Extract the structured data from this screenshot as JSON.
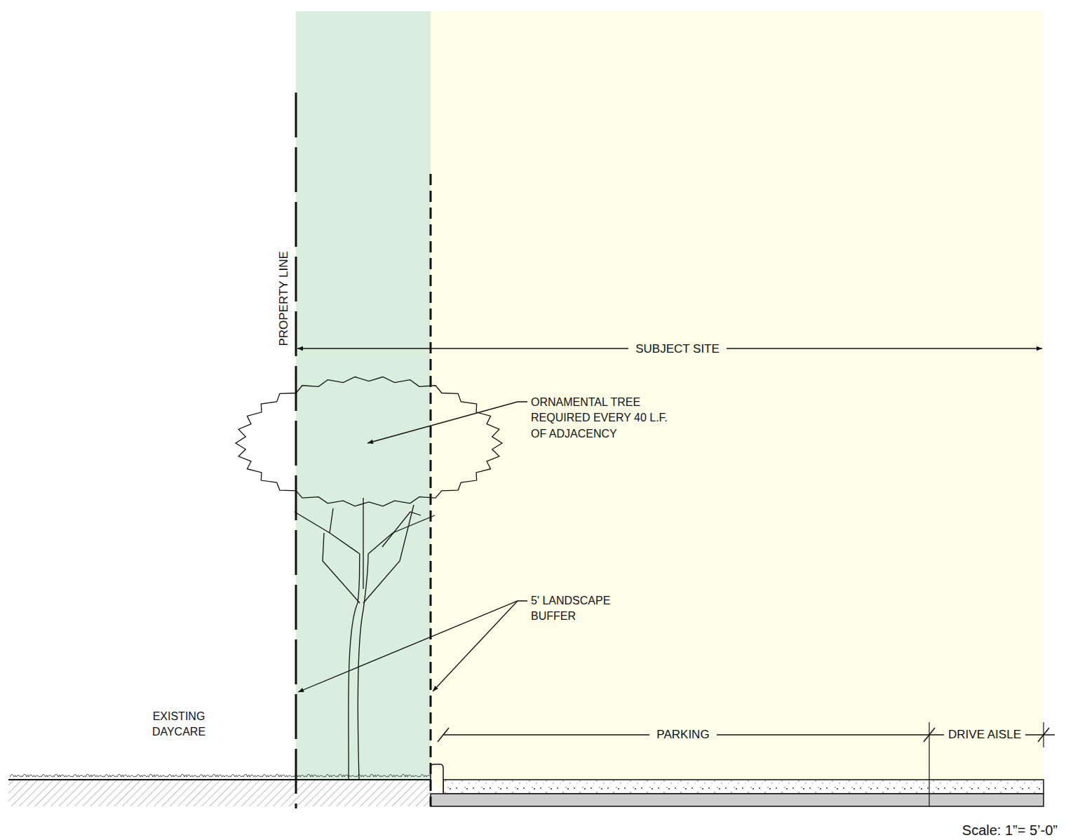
{
  "diagram": {
    "labels": [
      "PROPERTY LINE",
      "SUBJECT SITE",
      "ORNAMENTAL TREE REQUIRED EVERY 40 L.F. OF ADJACENCY",
      "5' LANDSCAPE BUFFER",
      "EXISTING DAYCARE",
      "PARKING",
      "DRIVE AISLE",
      "Scale: 1”= 5’-0”"
    ]
  }
}
